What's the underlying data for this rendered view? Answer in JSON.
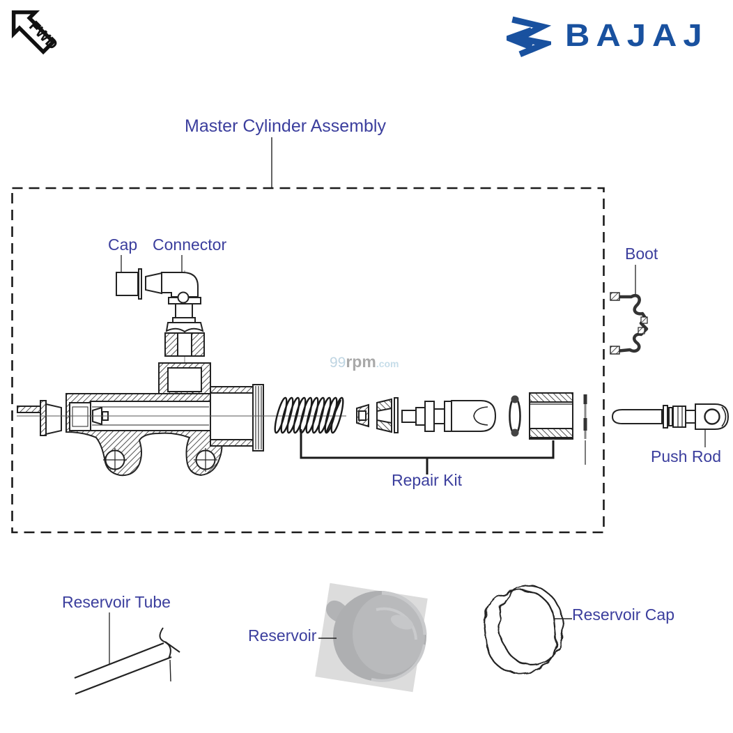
{
  "page": {
    "background_color": "#ffffff"
  },
  "brand": {
    "wordmark": "BAJAJ",
    "brand_blue": "#19519f",
    "icon": "bajaj-flying-b-icon"
  },
  "orientation_badge": {
    "label": "FWD"
  },
  "watermark": {
    "prefix": "99",
    "mid": "rpm",
    "suffix": ".com"
  },
  "diagram": {
    "title": "Master Cylinder Assembly",
    "label_color": "#3b3e9d",
    "labels": {
      "cap": "Cap",
      "connector": "Connector",
      "boot": "Boot",
      "push_rod": "Push Rod",
      "repair_kit": "Repair Kit",
      "reservoir_tube": "Reservoir Tube",
      "reservoir": "Reservoir",
      "reservoir_cap": "Reservoir Cap"
    }
  }
}
